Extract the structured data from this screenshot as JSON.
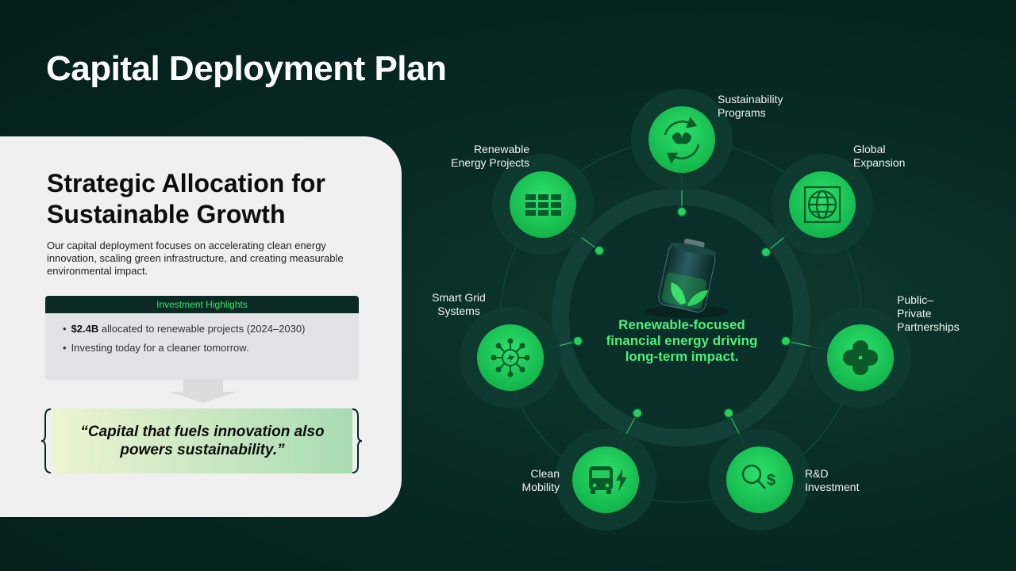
{
  "title": "Capital Deployment Plan",
  "card": {
    "heading_line1": "Strategic Allocation for",
    "heading_line2": "Sustainable Growth",
    "description": "Our capital deployment focuses on accelerating clean energy innovation, scaling green infrastructure, and creating measurable environmental impact.",
    "highlights_title": "Investment Highlights",
    "highlight1_bold": "$2.4B",
    "highlight1_text": " allocated to renewable projects (2024–2030)",
    "highlight2_text": "Investing today for a cleaner tomorrow.",
    "quote": "“Capital that fuels innovation also powers sustainability.”"
  },
  "diagram": {
    "center_text": "Renewable-focused financial energy driving long-term impact.",
    "nodes": [
      {
        "label_line1": "Sustainability",
        "label_line2": "Programs",
        "icon": "recycle-leaf-icon"
      },
      {
        "label_line1": "Global",
        "label_line2": "Expansion",
        "icon": "globe-icon"
      },
      {
        "label_line1": "Public–",
        "label_line2": "Private",
        "label_line3": "Partnerships",
        "icon": "clover-icon"
      },
      {
        "label_line1": "R&D",
        "label_line2": "Investment",
        "icon": "magnifier-dollar-icon"
      },
      {
        "label_line1": "Clean",
        "label_line2": "Mobility",
        "icon": "bus-bolt-icon"
      },
      {
        "label_line1": "Smart Grid",
        "label_line2": "Systems",
        "icon": "network-bolt-icon"
      },
      {
        "label_line1": "Renewable",
        "label_line2": "Energy Projects",
        "icon": "solar-panel-icon"
      }
    ]
  },
  "colors": {
    "background": "#072a23",
    "accent_green": "#1fcf5c",
    "text_green": "#4ef07a",
    "card": "#f0f0f0"
  }
}
